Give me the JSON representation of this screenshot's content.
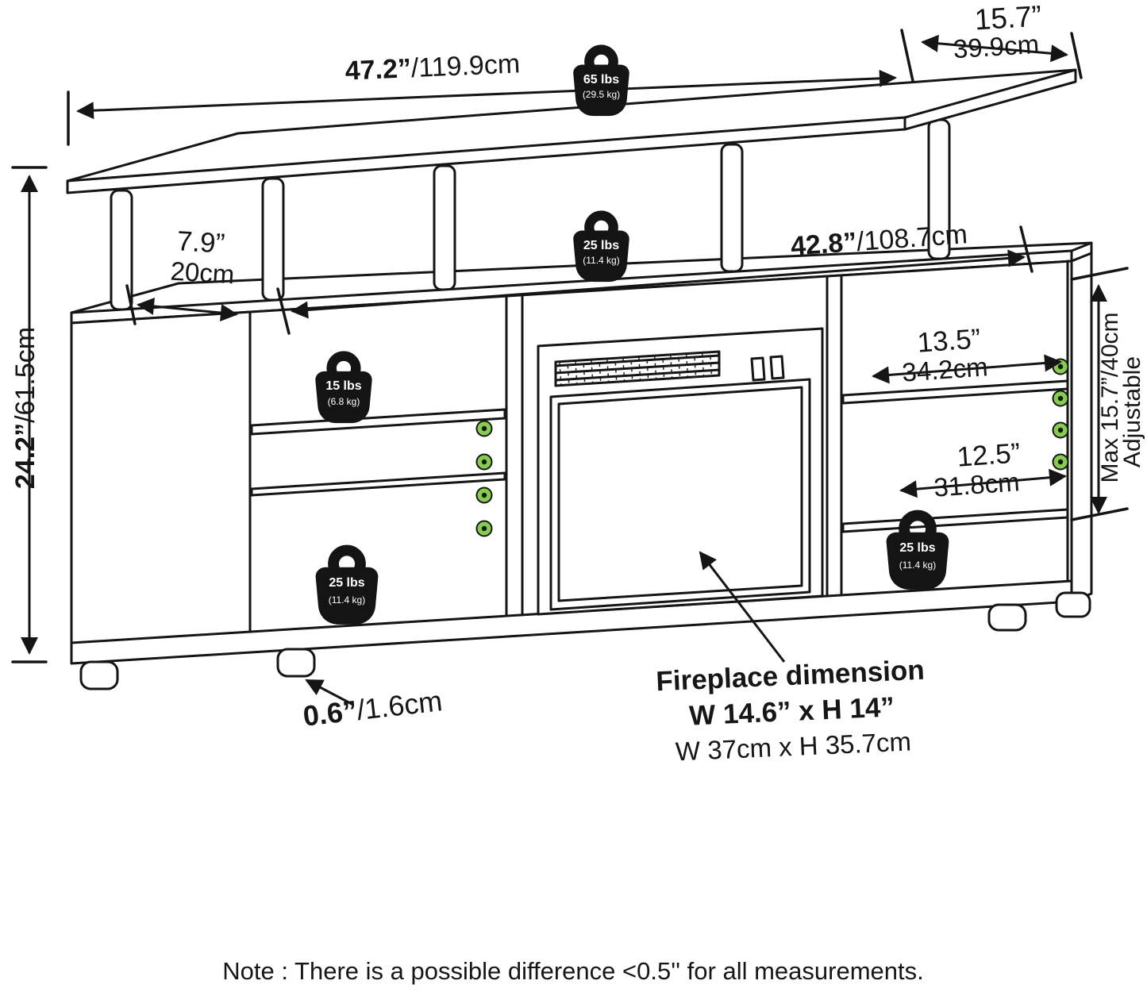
{
  "dims": {
    "top_width": {
      "inches": "47.2”",
      "cm": "/119.9cm"
    },
    "top_depth": {
      "inches": "15.7”",
      "cm": "39.9cm"
    },
    "left_shelf_depth": {
      "inches": "7.9”",
      "cm": "20cm"
    },
    "inner_width": {
      "inches": "42.8”",
      "cm": "/108.7cm"
    },
    "overall_height": {
      "inches": "24.2”",
      "cm": "/61.5cm"
    },
    "right_shelf_width": {
      "inches": "13.5”",
      "cm": "34.2cm"
    },
    "right_lower_shelf_width": {
      "inches": "12.5”",
      "cm": "31.8cm"
    },
    "adjustable_shelf": {
      "range": "Max 15.7”/40cm",
      "label": "Adjustable"
    },
    "foot_height": {
      "inches": "0.6”",
      "cm": "/1.6cm"
    }
  },
  "weights": {
    "top": {
      "line1": "65 lbs",
      "line2": "(29.5 kg)"
    },
    "middle_shelf": {
      "line1": "25 lbs",
      "line2": "(11.4 kg)"
    },
    "left_shelf": {
      "line1": "15 lbs",
      "line2": "(6.8 kg)"
    },
    "left_bottom": {
      "line1": "25 lbs",
      "line2": "(11.4 kg)"
    },
    "right_bottom": {
      "line1": "25 lbs",
      "line2": "(11.4 kg)"
    }
  },
  "fireplace": {
    "title": "Fireplace dimension",
    "size_inches": "W 14.6” x H 14”",
    "size_cm": "W 37cm x H 35.7cm"
  },
  "note": "Note : There is a possible difference <0.5'' for all measurements.",
  "colors": {
    "line": "#151515",
    "shelf_pin_green": "#85CE4B",
    "badge_black": "#141414"
  }
}
